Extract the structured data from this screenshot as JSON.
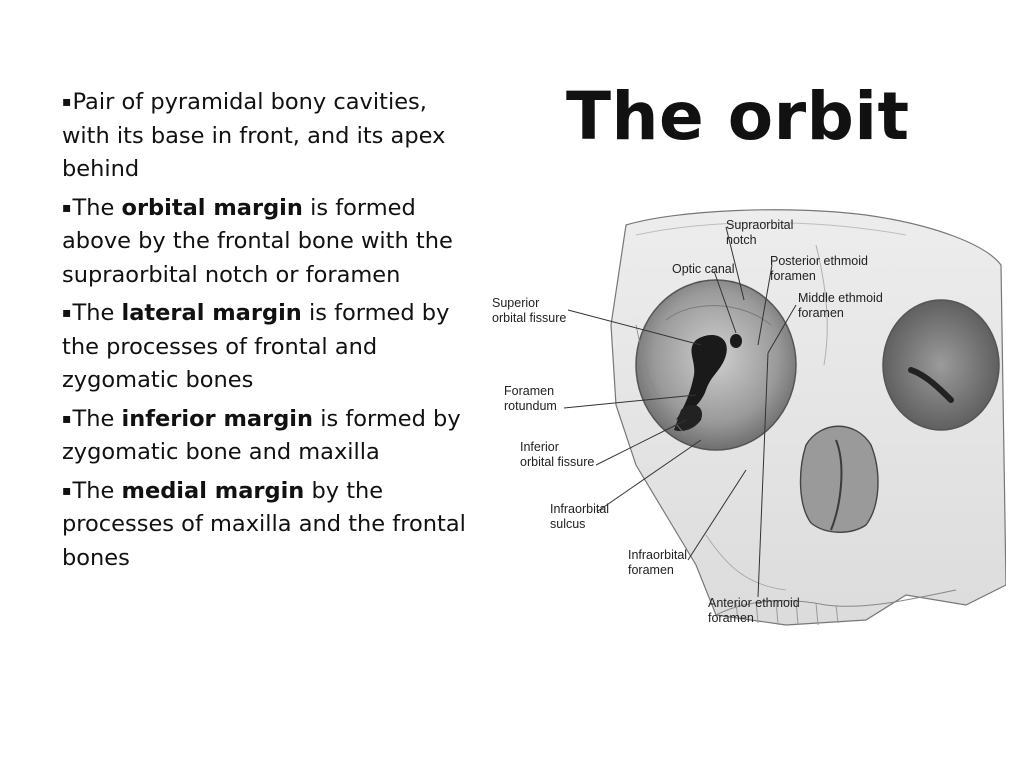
{
  "slide": {
    "title": "The orbit",
    "bullets": [
      {
        "lines": [
          [
            {
              "t": "Pair of pyramidal bony cavities,",
              "b": false
            }
          ],
          [
            {
              "t": "with its base in front, and its apex behind",
              "b": false
            }
          ]
        ]
      },
      {
        "lines": [
          [
            {
              "t": "The ",
              "b": false
            },
            {
              "t": "orbital margin",
              "b": true
            },
            {
              "t": " is formed above by the frontal bone with the supraorbital notch or foramen",
              "b": false
            }
          ]
        ]
      },
      {
        "lines": [
          [
            {
              "t": "The ",
              "b": false
            },
            {
              "t": "lateral margin",
              "b": true
            },
            {
              "t": " is formed by the processes of frontal and zygomatic bones",
              "b": false
            }
          ]
        ]
      },
      {
        "lines": [
          [
            {
              "t": "The ",
              "b": false
            },
            {
              "t": "inferior margin",
              "b": true
            },
            {
              "t": " is formed by zygomatic bone and maxilla",
              "b": false
            }
          ]
        ]
      },
      {
        "lines": [
          [
            {
              "t": "The ",
              "b": false
            },
            {
              "t": "medial margin",
              "b": true
            },
            {
              "t": " by the processes of maxilla and the frontal  bones",
              "b": false
            }
          ]
        ]
      }
    ],
    "bullet_marker": "▪"
  },
  "figure": {
    "labels": {
      "supraorbital_notch": [
        "Supraorbital",
        "notch"
      ],
      "optic_canal": [
        "Optic canal"
      ],
      "posterior_ethmoid_foramen": [
        "Posterior ethmoid",
        "foramen"
      ],
      "middle_ethmoid_foramen": [
        "Middle ethmoid",
        "foramen"
      ],
      "superior_orbital_fissure": [
        "Superior",
        "orbital fissure"
      ],
      "foramen_rotundum": [
        "Foramen",
        "rotundum"
      ],
      "inferior_orbital_fissure": [
        "Inferior",
        "orbital fissure"
      ],
      "infraorbital_sulcus": [
        "Infraorbital",
        "sulcus"
      ],
      "infraorbital_foramen": [
        "Infraorbital",
        "foramen"
      ],
      "anterior_ethmoid_foramen": [
        "Anterior ethmoid",
        "foramen"
      ]
    }
  }
}
